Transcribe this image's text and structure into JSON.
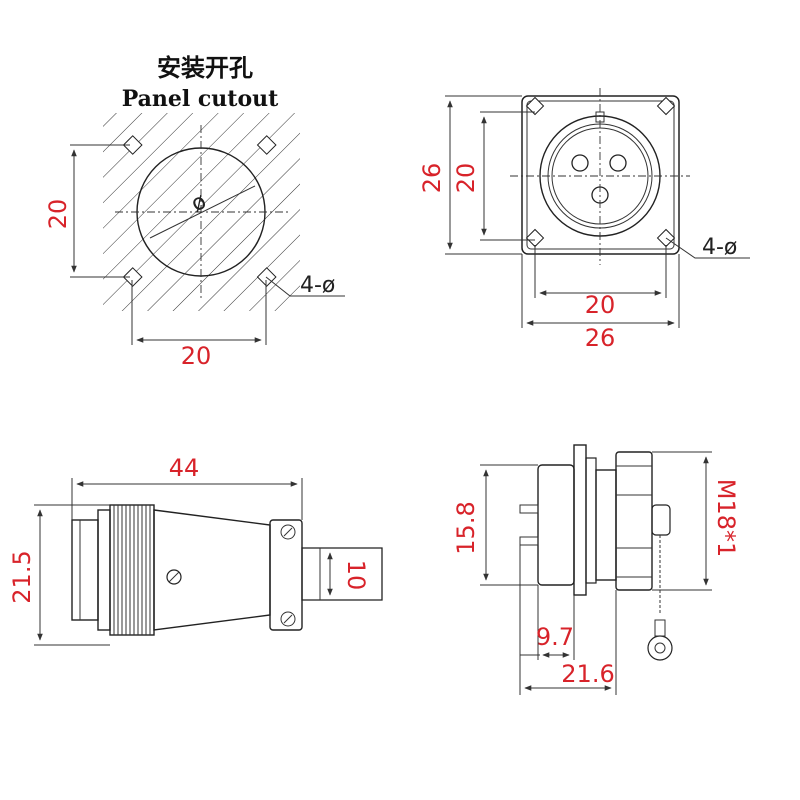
{
  "panel_cutout": {
    "title_cn": "安装开孔",
    "title_en": "Panel cutout",
    "dim_vertical": "20",
    "dim_horizontal": "20",
    "hole_label": "4-ø",
    "diameter_label": "ø"
  },
  "front_view": {
    "dim_outer_vertical": "26",
    "dim_inner_vertical": "20",
    "dim_inner_horizontal": "20",
    "dim_outer_horizontal": "26",
    "hole_label": "4-ø"
  },
  "plug_side_view": {
    "dim_length": "44",
    "dim_height": "21.5",
    "dim_cable": "10"
  },
  "socket_side_view": {
    "dim_body": "15.8",
    "dim_thread": "M18*1",
    "dim_flange": "9.7",
    "dim_total": "21.6"
  }
}
